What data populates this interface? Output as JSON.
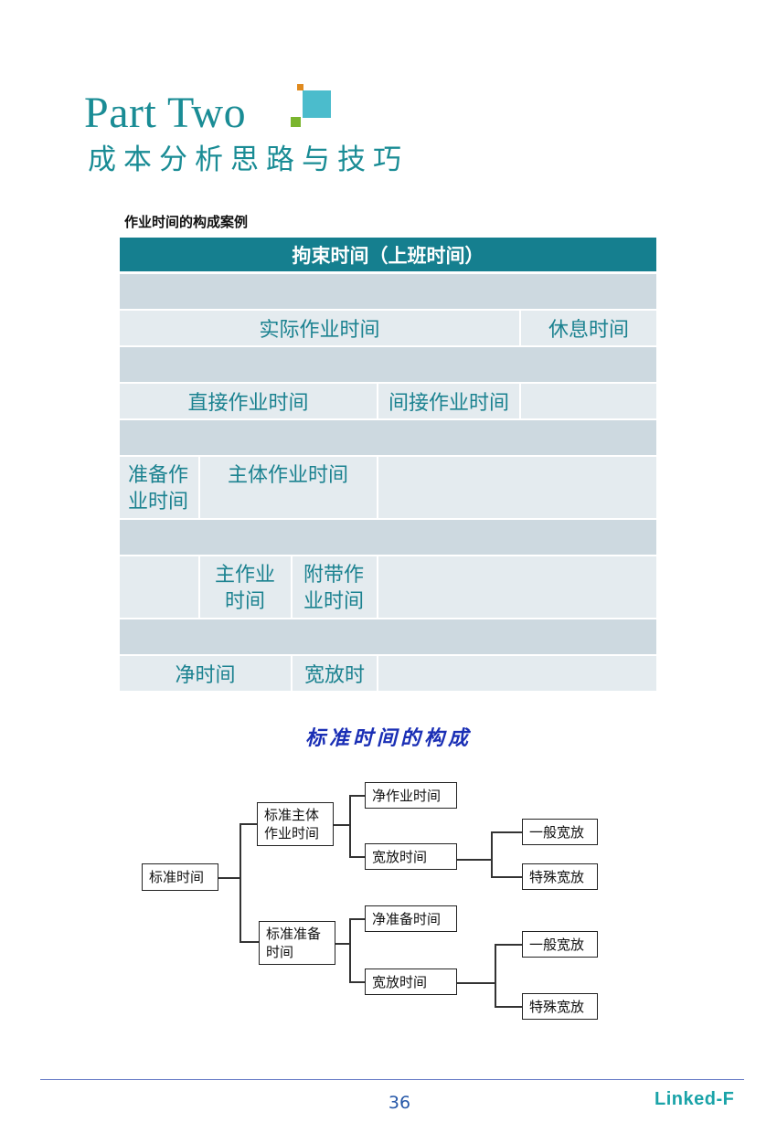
{
  "header": {
    "title": "Part Two",
    "subtitle": "成本分析思路与技巧"
  },
  "case": {
    "title": "作业时间的构成案例"
  },
  "table": {
    "header": "拘束时间（上班时间）",
    "row1": {
      "actual": "实际作业时间",
      "rest": "休息时间"
    },
    "row2": {
      "direct": "直接作业时间",
      "indirect": "间接作业时间"
    },
    "row3": {
      "prep_line1": "准备作",
      "prep_line2": "业时间",
      "main": "主体作业时间"
    },
    "row4": {
      "main_line1": "主作业",
      "main_line2": "时间",
      "attached_line1": "附带作",
      "attached_line2": "业时间"
    },
    "row5": {
      "net": "净时间",
      "allowance": "宽放时"
    }
  },
  "diagram": {
    "title": "标准时间的构成",
    "root": "标准时间",
    "main_line1": "标准主体",
    "main_line2": "作业时间",
    "prep_line1": "标准准备",
    "prep_line2": "时间",
    "net_work": "净作业时间",
    "allowance_1": "宽放时间",
    "net_prep": "净准备时间",
    "allowance_2": "宽放时间",
    "general_1": "一般宽放",
    "special_1": "特殊宽放",
    "general_2": "一般宽放",
    "special_2": "特殊宽放"
  },
  "footer": {
    "page_number": "36",
    "brand": "Linked-F"
  },
  "colors": {
    "teal_text": "#1a8c95",
    "table_header": "#157f8f",
    "band": "#cdd9e0",
    "row": "#e4ebef",
    "diagram_title": "#1a2fb5"
  }
}
